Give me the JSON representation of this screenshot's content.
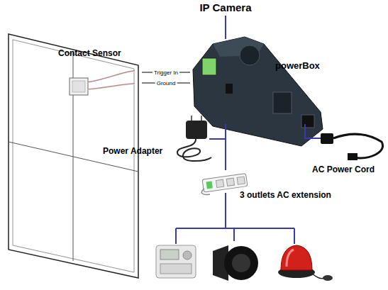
{
  "diagram": {
    "nodes": [
      {
        "text": [
          "IP Camera"
        ]
      },
      {
        "text": [
          "Contact Sensor"
        ]
      },
      {
        "text": [
          "powerBox"
        ]
      },
      {
        "text": [
          "Power Adapter"
        ]
      },
      {
        "text": [
          "AC Power Cord"
        ]
      },
      {
        "text": [
          "3 outlets AC extension"
        ]
      }
    ],
    "edges": [
      {
        "from": 0,
        "to": 2,
        "arrow": "none"
      },
      {
        "from": 1,
        "to": 2,
        "label": "Trigger In",
        "arrow": "none"
      },
      {
        "from": 1,
        "to": 2,
        "label": "Ground",
        "arrow": "none"
      },
      {
        "from": 2,
        "to": 3,
        "arrow": "none"
      },
      {
        "from": 2,
        "to": 4,
        "arrow": "none"
      },
      {
        "from": 2,
        "to": 5,
        "arrow": "none"
      }
    ]
  }
}
